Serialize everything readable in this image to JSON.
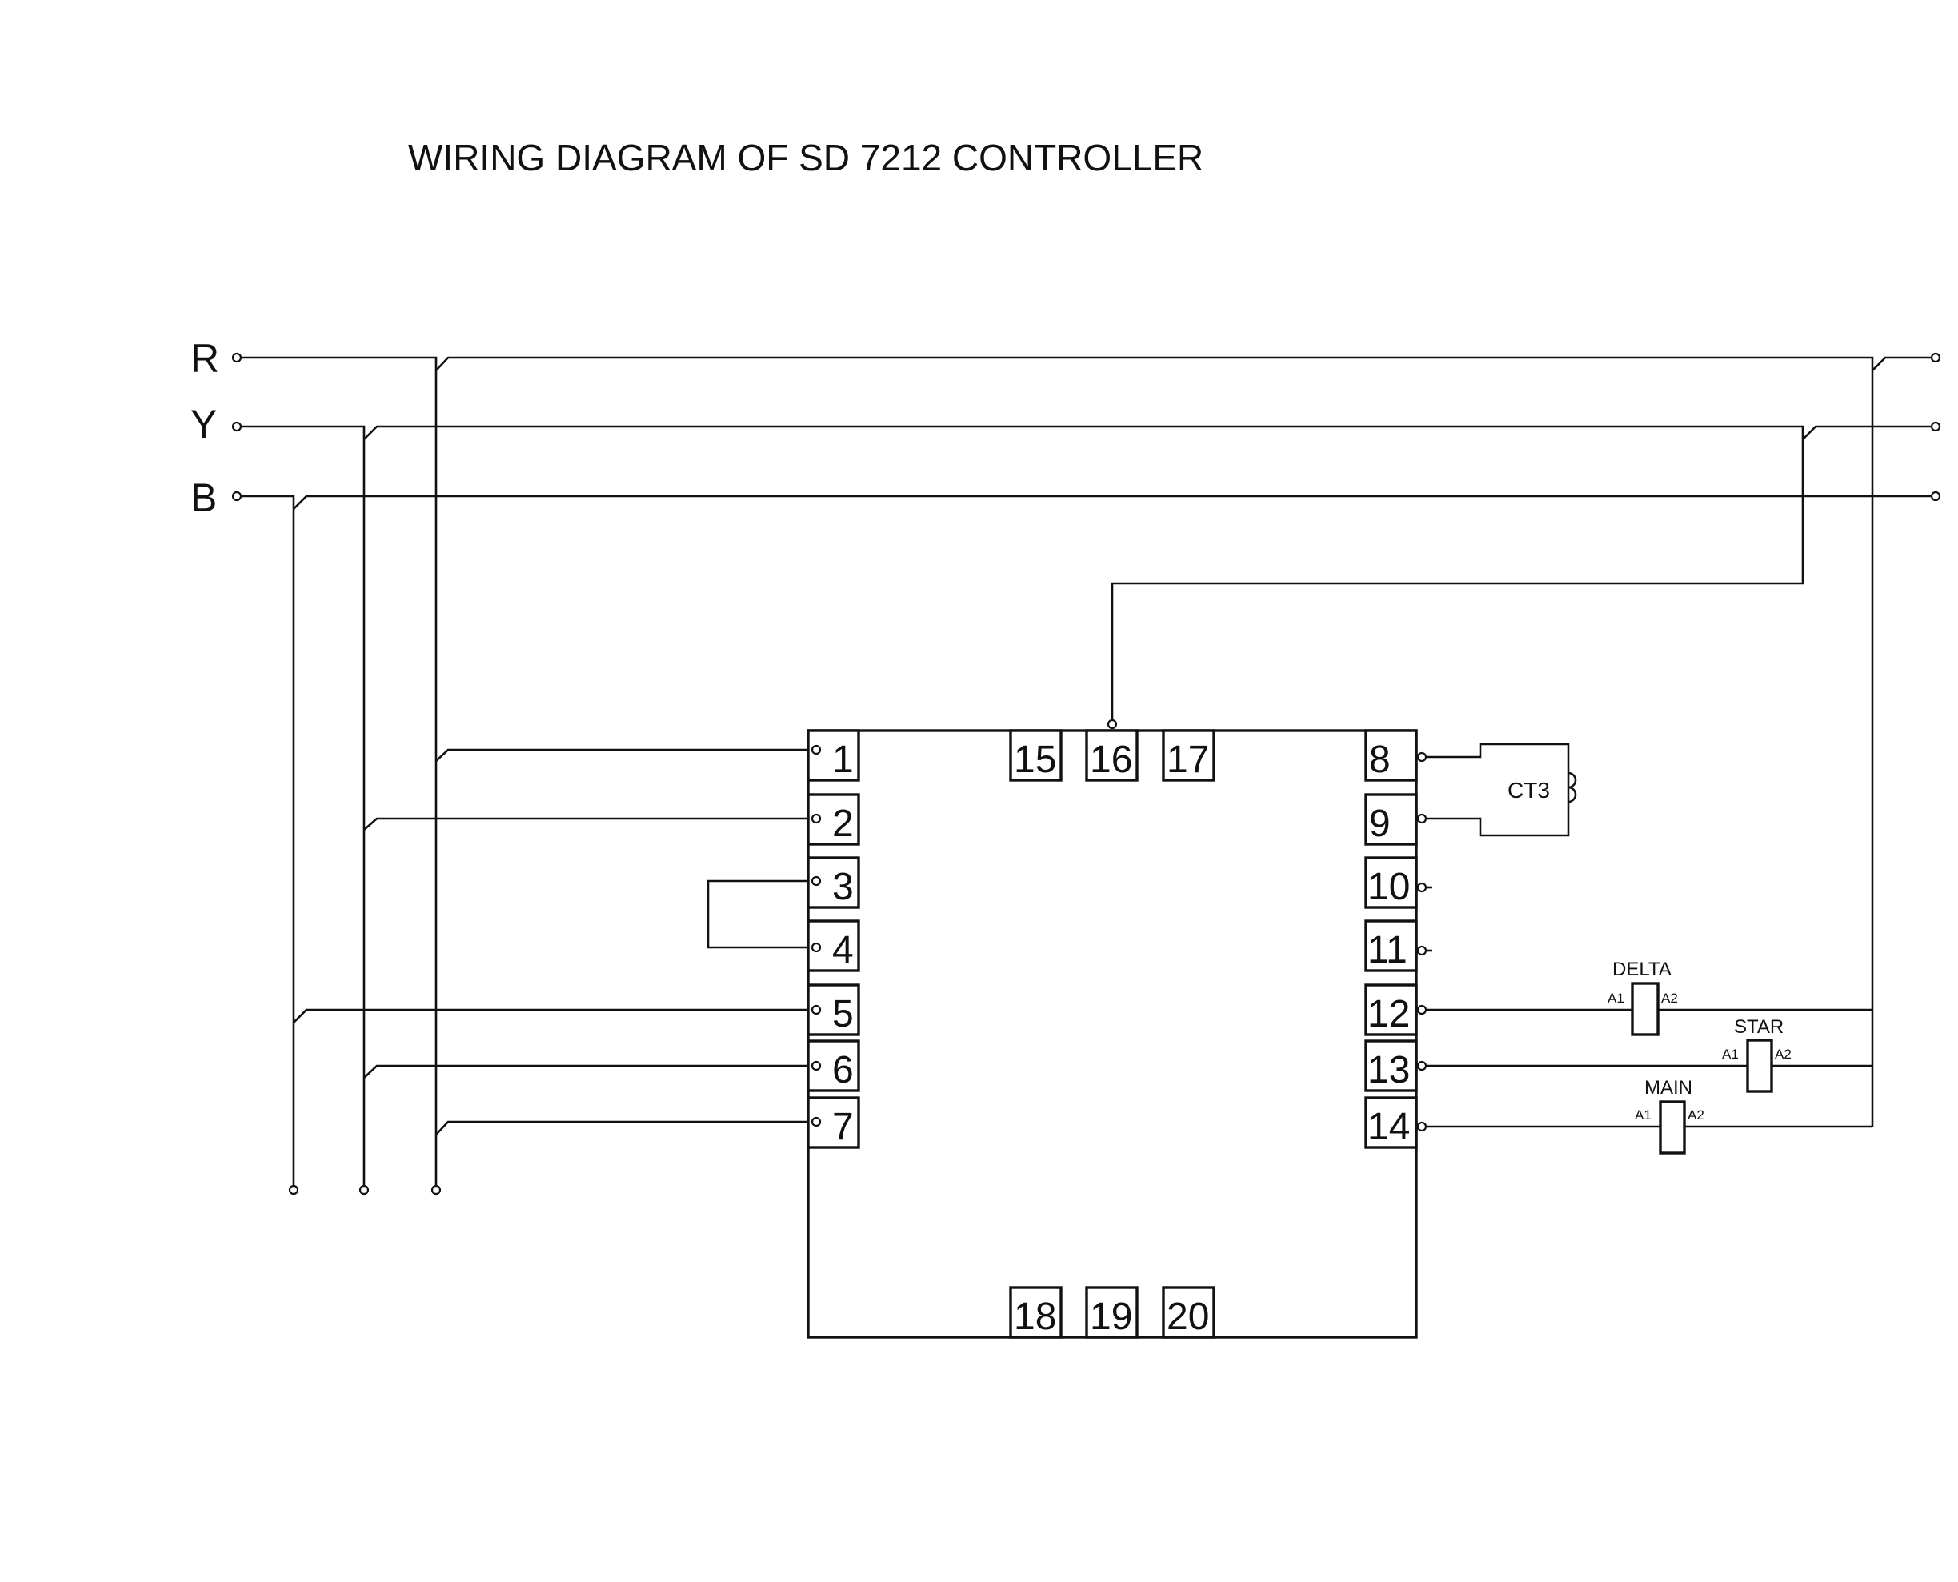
{
  "title": "WIRING DIAGRAM OF SD 7212  CONTROLLER",
  "phases": [
    "R",
    "Y",
    "B"
  ],
  "terminals": {
    "left": [
      "1",
      "2",
      "3",
      "4",
      "5",
      "6",
      "7"
    ],
    "right": [
      "8",
      "9",
      "10",
      "11",
      "12",
      "13",
      "14"
    ],
    "top": [
      "15",
      "16",
      "17"
    ],
    "bottom": [
      "18",
      "19",
      "20"
    ]
  },
  "ct": {
    "label": "CT3"
  },
  "contactors": [
    {
      "name": "DELTA",
      "a1": "A1",
      "a2": "A2"
    },
    {
      "name": "STAR",
      "a1": "A1",
      "a2": "A2"
    },
    {
      "name": "MAIN",
      "a1": "A1",
      "a2": "A2"
    }
  ],
  "colors": {
    "line": "#111111",
    "background": "#ffffff"
  }
}
